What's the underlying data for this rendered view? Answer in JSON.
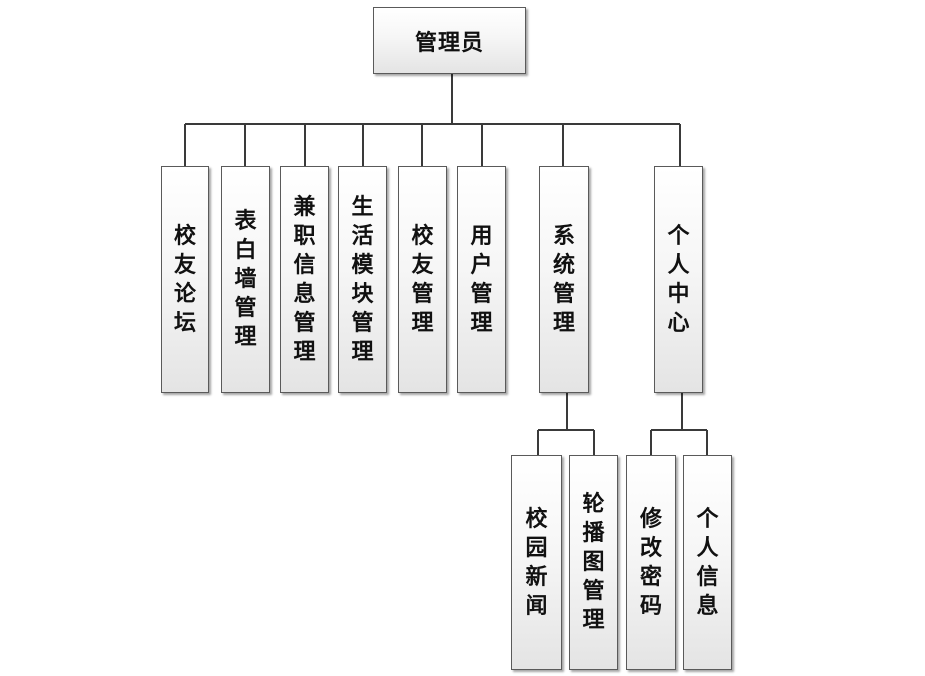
{
  "root": {
    "label": "管理员"
  },
  "modules": [
    {
      "label": "校友论坛"
    },
    {
      "label": "表白墙管理"
    },
    {
      "label": "兼职信息管理"
    },
    {
      "label": "生活模块管理"
    },
    {
      "label": "校友管理"
    },
    {
      "label": "用户管理"
    },
    {
      "label": "系统管理",
      "children": [
        {
          "label": "校园新闻"
        },
        {
          "label": "轮播图管理"
        }
      ]
    },
    {
      "label": "个人中心",
      "children": [
        {
          "label": "修改密码"
        },
        {
          "label": "个人信息"
        }
      ]
    }
  ]
}
